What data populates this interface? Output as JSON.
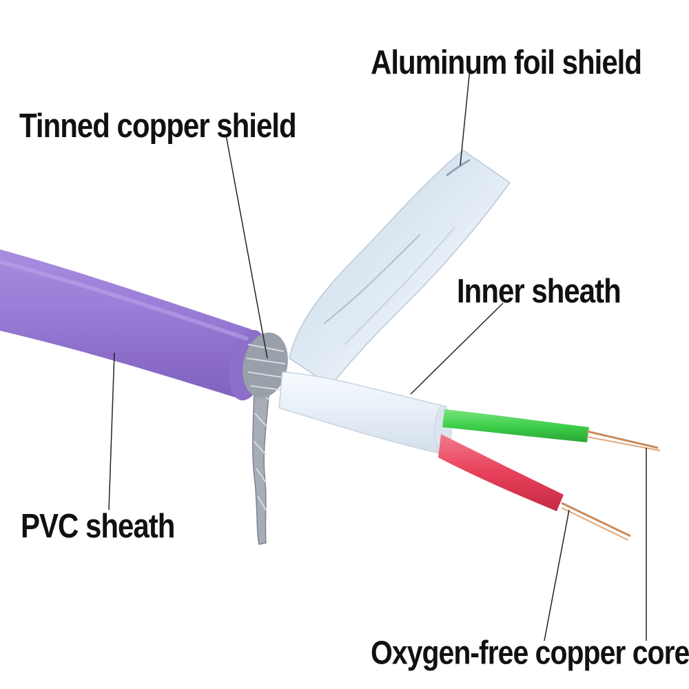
{
  "labels": {
    "aluminum_foil_shield": "Aluminum foil shield",
    "tinned_copper_shield": "Tinned copper shield",
    "inner_sheath": "Inner sheath",
    "pvc_sheath": "PVC sheath",
    "oxygen_free_copper_core": "Oxygen-free copper core"
  },
  "colors": {
    "pvc_sheath": "#9a7bd6",
    "inner_sheath": "#e8f0f8",
    "foil": "#dfe9f2",
    "braid": "#9aa0aa",
    "green_wire": "#3fcf4a",
    "red_wire": "#e8405a",
    "copper": "#c98a5a",
    "leader_line": "#222222",
    "text": "#111111"
  }
}
